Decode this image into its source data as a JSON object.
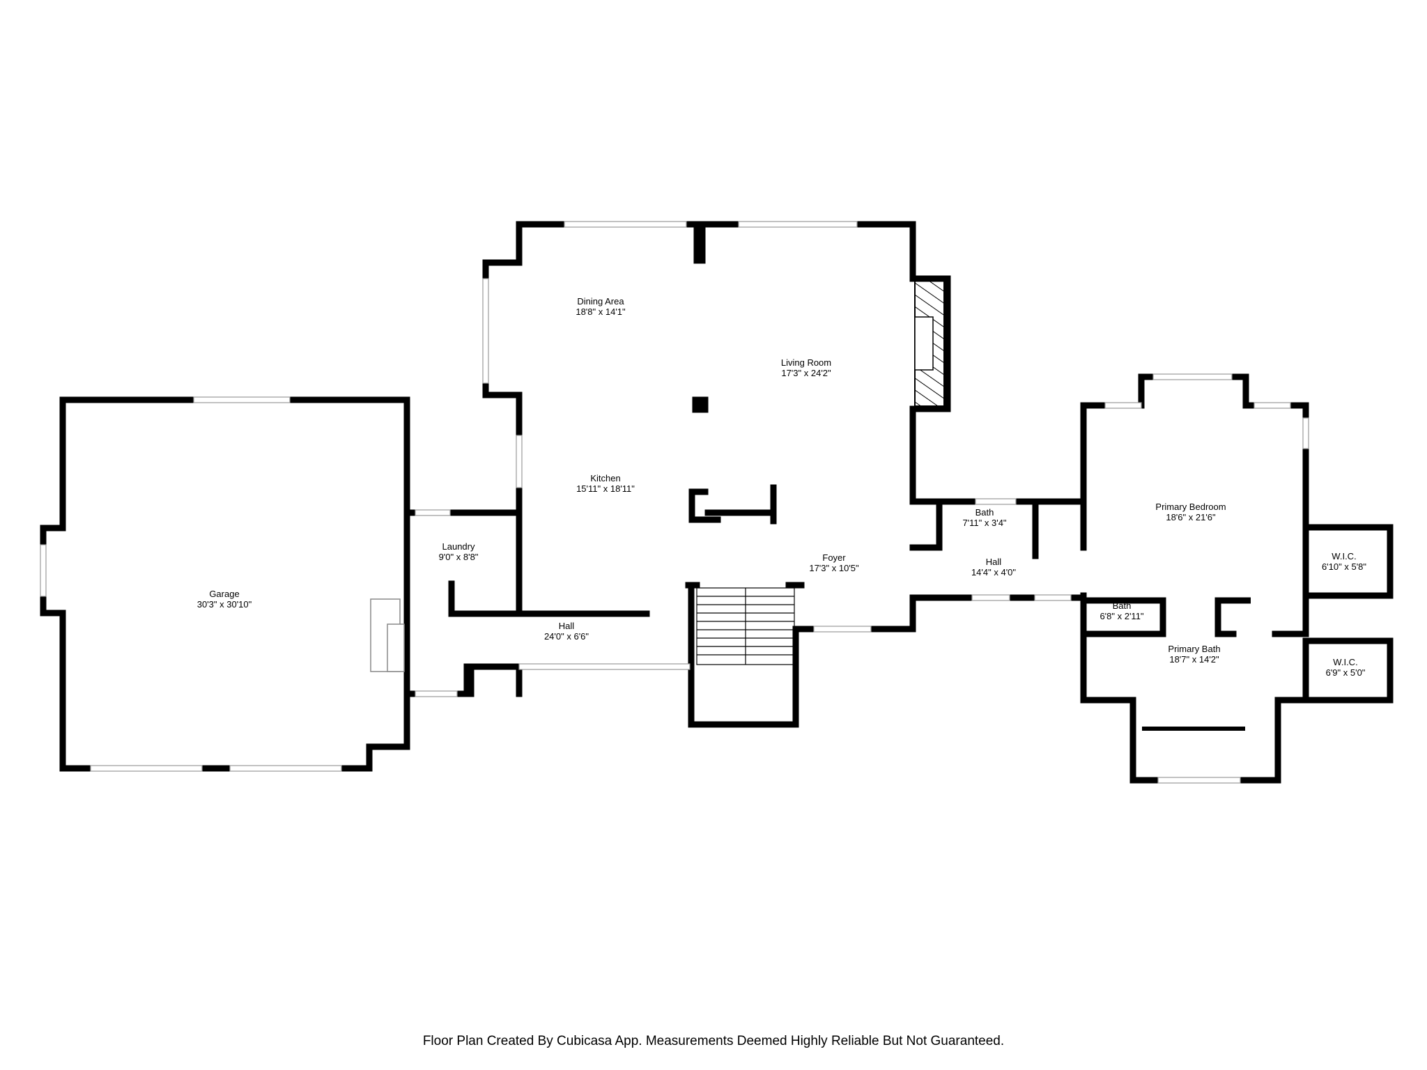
{
  "rooms": {
    "dining": {
      "name": "Dining Area",
      "dim": "18'8\" x 14'1\""
    },
    "living": {
      "name": "Living Room",
      "dim": "17'3\" x 24'2\""
    },
    "kitchen": {
      "name": "Kitchen",
      "dim": "15'11\" x 18'11\""
    },
    "laundry": {
      "name": "Laundry",
      "dim": "9'0\" x 8'8\""
    },
    "garage": {
      "name": "Garage",
      "dim": "30'3\" x 30'10\""
    },
    "hall_main": {
      "name": "Hall",
      "dim": "24'0\" x 6'6\""
    },
    "foyer": {
      "name": "Foyer",
      "dim": "17'3\" x 10'5\""
    },
    "bath_hall": {
      "name": "Bath",
      "dim": "7'11\" x 3'4\""
    },
    "hall_east": {
      "name": "Hall",
      "dim": "14'4\" x 4'0\""
    },
    "primary_bed": {
      "name": "Primary Bedroom",
      "dim": "18'6\" x 21'6\""
    },
    "wic_1": {
      "name": "W.I.C.",
      "dim": "6'10\" x 5'8\""
    },
    "bath_small": {
      "name": "Bath",
      "dim": "6'8\" x 2'11\""
    },
    "primary_bath": {
      "name": "Primary Bath",
      "dim": "18'7\" x 14'2\""
    },
    "wic_2": {
      "name": "W.I.C.",
      "dim": "6'9\" x 5'0\""
    }
  },
  "footer": "Floor Plan Created By Cubicasa App. Measurements Deemed Highly Reliable But Not Guaranteed."
}
